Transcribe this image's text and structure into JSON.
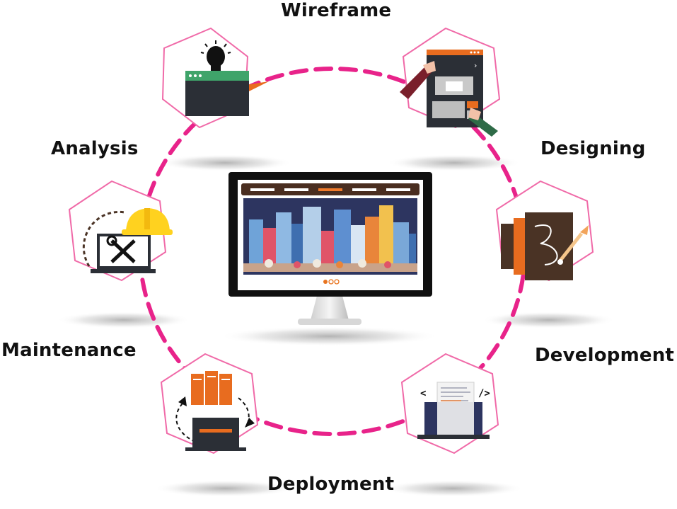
{
  "diagram": {
    "stages": [
      {
        "id": "wireframe",
        "label": "Wireframe"
      },
      {
        "id": "designing",
        "label": "Designing"
      },
      {
        "id": "development",
        "label": "Development"
      },
      {
        "id": "deployment",
        "label": "Deployment"
      },
      {
        "id": "maintenance",
        "label": "Maintenance"
      },
      {
        "id": "analysis",
        "label": "Analysis"
      }
    ]
  },
  "colors": {
    "cycle_dash": "#e8238a",
    "hexagon_border": "#f06aa8",
    "dark_panel": "#2b2f36",
    "orange": "#e86c1f",
    "green": "#3fa46a",
    "brown": "#4a3325",
    "yellow": "#ffd21f",
    "screen_navy": "#2d3560"
  },
  "icons": {
    "wireframe": "browser-window-lightbulb-icon",
    "designing": "layout-mockup-hands-icon",
    "development": "sketchbook-paintbrush-icon",
    "deployment": "code-laptop-icon",
    "maintenance": "server-laptop-sync-icon",
    "analysis": "laptop-tools-hardhat-icon",
    "center": "desktop-monitor-cityscape-icon"
  }
}
